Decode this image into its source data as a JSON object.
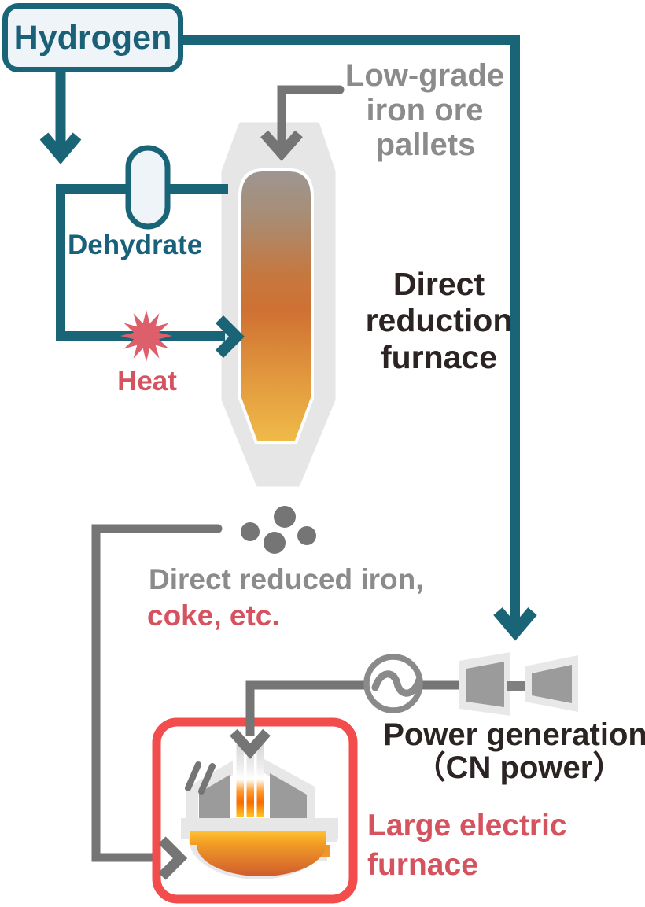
{
  "diagram": {
    "hydrogen": {
      "label": "Hydrogen"
    },
    "low_grade_ore": {
      "lines": [
        "Low-grade",
        "iron ore",
        "pallets"
      ]
    },
    "dehydrate": {
      "label": "Dehydrate"
    },
    "heat": {
      "label": "Heat"
    },
    "reduction_furnace": {
      "lines": [
        "Direct",
        "reduction",
        "furnace"
      ]
    },
    "dri_output": {
      "gray_line": "Direct reduced iron,",
      "red_line": "coke, etc."
    },
    "power_generation": {
      "line1": "Power generation",
      "line2": "（CN power）"
    },
    "large_electric_furnace": {
      "lines": [
        "Large electric",
        "furnace"
      ]
    },
    "colors": {
      "teal_line": "#1a6478",
      "teal_text": "#19607a",
      "light_blue_fill": "#eef4f8",
      "gray_line": "#757575",
      "gray_text": "#8b8b8b",
      "dark_text": "#2b2423",
      "red_text": "#d5525f",
      "star_red": "#dd5f6b",
      "frame_red": "#f24c4c",
      "furnace_shell_gray": "#e6e6e6",
      "panel_gray": "#9b9b9b",
      "furnace_gradient_top": "#9d9693",
      "furnace_gradient_mid": "#cf7133",
      "furnace_gradient_bottom": "#f0bb49"
    }
  }
}
